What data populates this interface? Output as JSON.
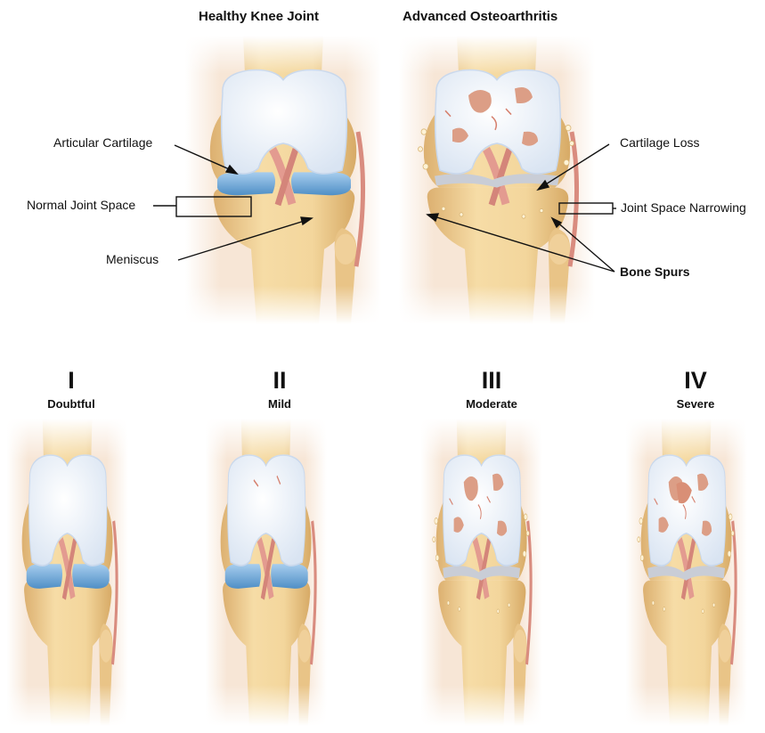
{
  "titles": {
    "healthy": "Healthy Knee Joint",
    "advanced": "Advanced Osteoarthritis"
  },
  "labels": {
    "articular_cartilage": "Articular Cartilage",
    "normal_joint_space": "Normal Joint Space",
    "meniscus": "Meniscus",
    "cartilage_loss": "Cartilage Loss",
    "joint_space_narrowing": "Joint Space Narrowing",
    "bone_spurs": "Bone Spurs"
  },
  "grades": [
    {
      "numeral": "I",
      "name": "Doubtful"
    },
    {
      "numeral": "II",
      "name": "Mild"
    },
    {
      "numeral": "III",
      "name": "Moderate"
    },
    {
      "numeral": "IV",
      "name": "Severe"
    }
  ],
  "colors": {
    "bone": "#f1d49c",
    "bone_shade": "#dcb574",
    "skin": "#f6e3d2",
    "cartilage": "#eef3fa",
    "meniscus": "#6fa8d8",
    "ligament": "#dd8f86",
    "lesion": "#dc9e86"
  }
}
